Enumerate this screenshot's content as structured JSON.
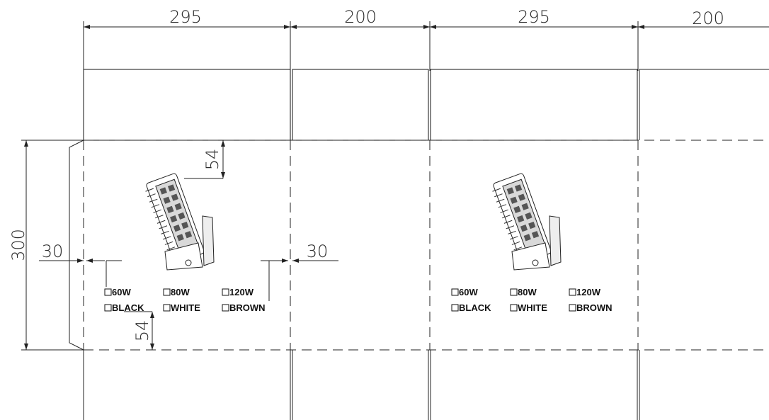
{
  "dimensions": {
    "top": [
      "295",
      "200",
      "295",
      "200"
    ],
    "height": "300",
    "margin_left": "30",
    "margin_right": "30",
    "top_offset": "54",
    "bottom_offset": "54"
  },
  "panels": [
    {
      "options_row1": [
        "60W",
        "80W",
        "120W"
      ],
      "options_row2": [
        "BLACK",
        "WHITE",
        "BROWN"
      ]
    },
    {
      "options_row1": [
        "60W",
        "80W",
        "120W"
      ],
      "options_row2": [
        "BLACK",
        "WHITE",
        "BROWN"
      ]
    }
  ],
  "colors": {
    "line": "#222222",
    "text": "#111111"
  }
}
